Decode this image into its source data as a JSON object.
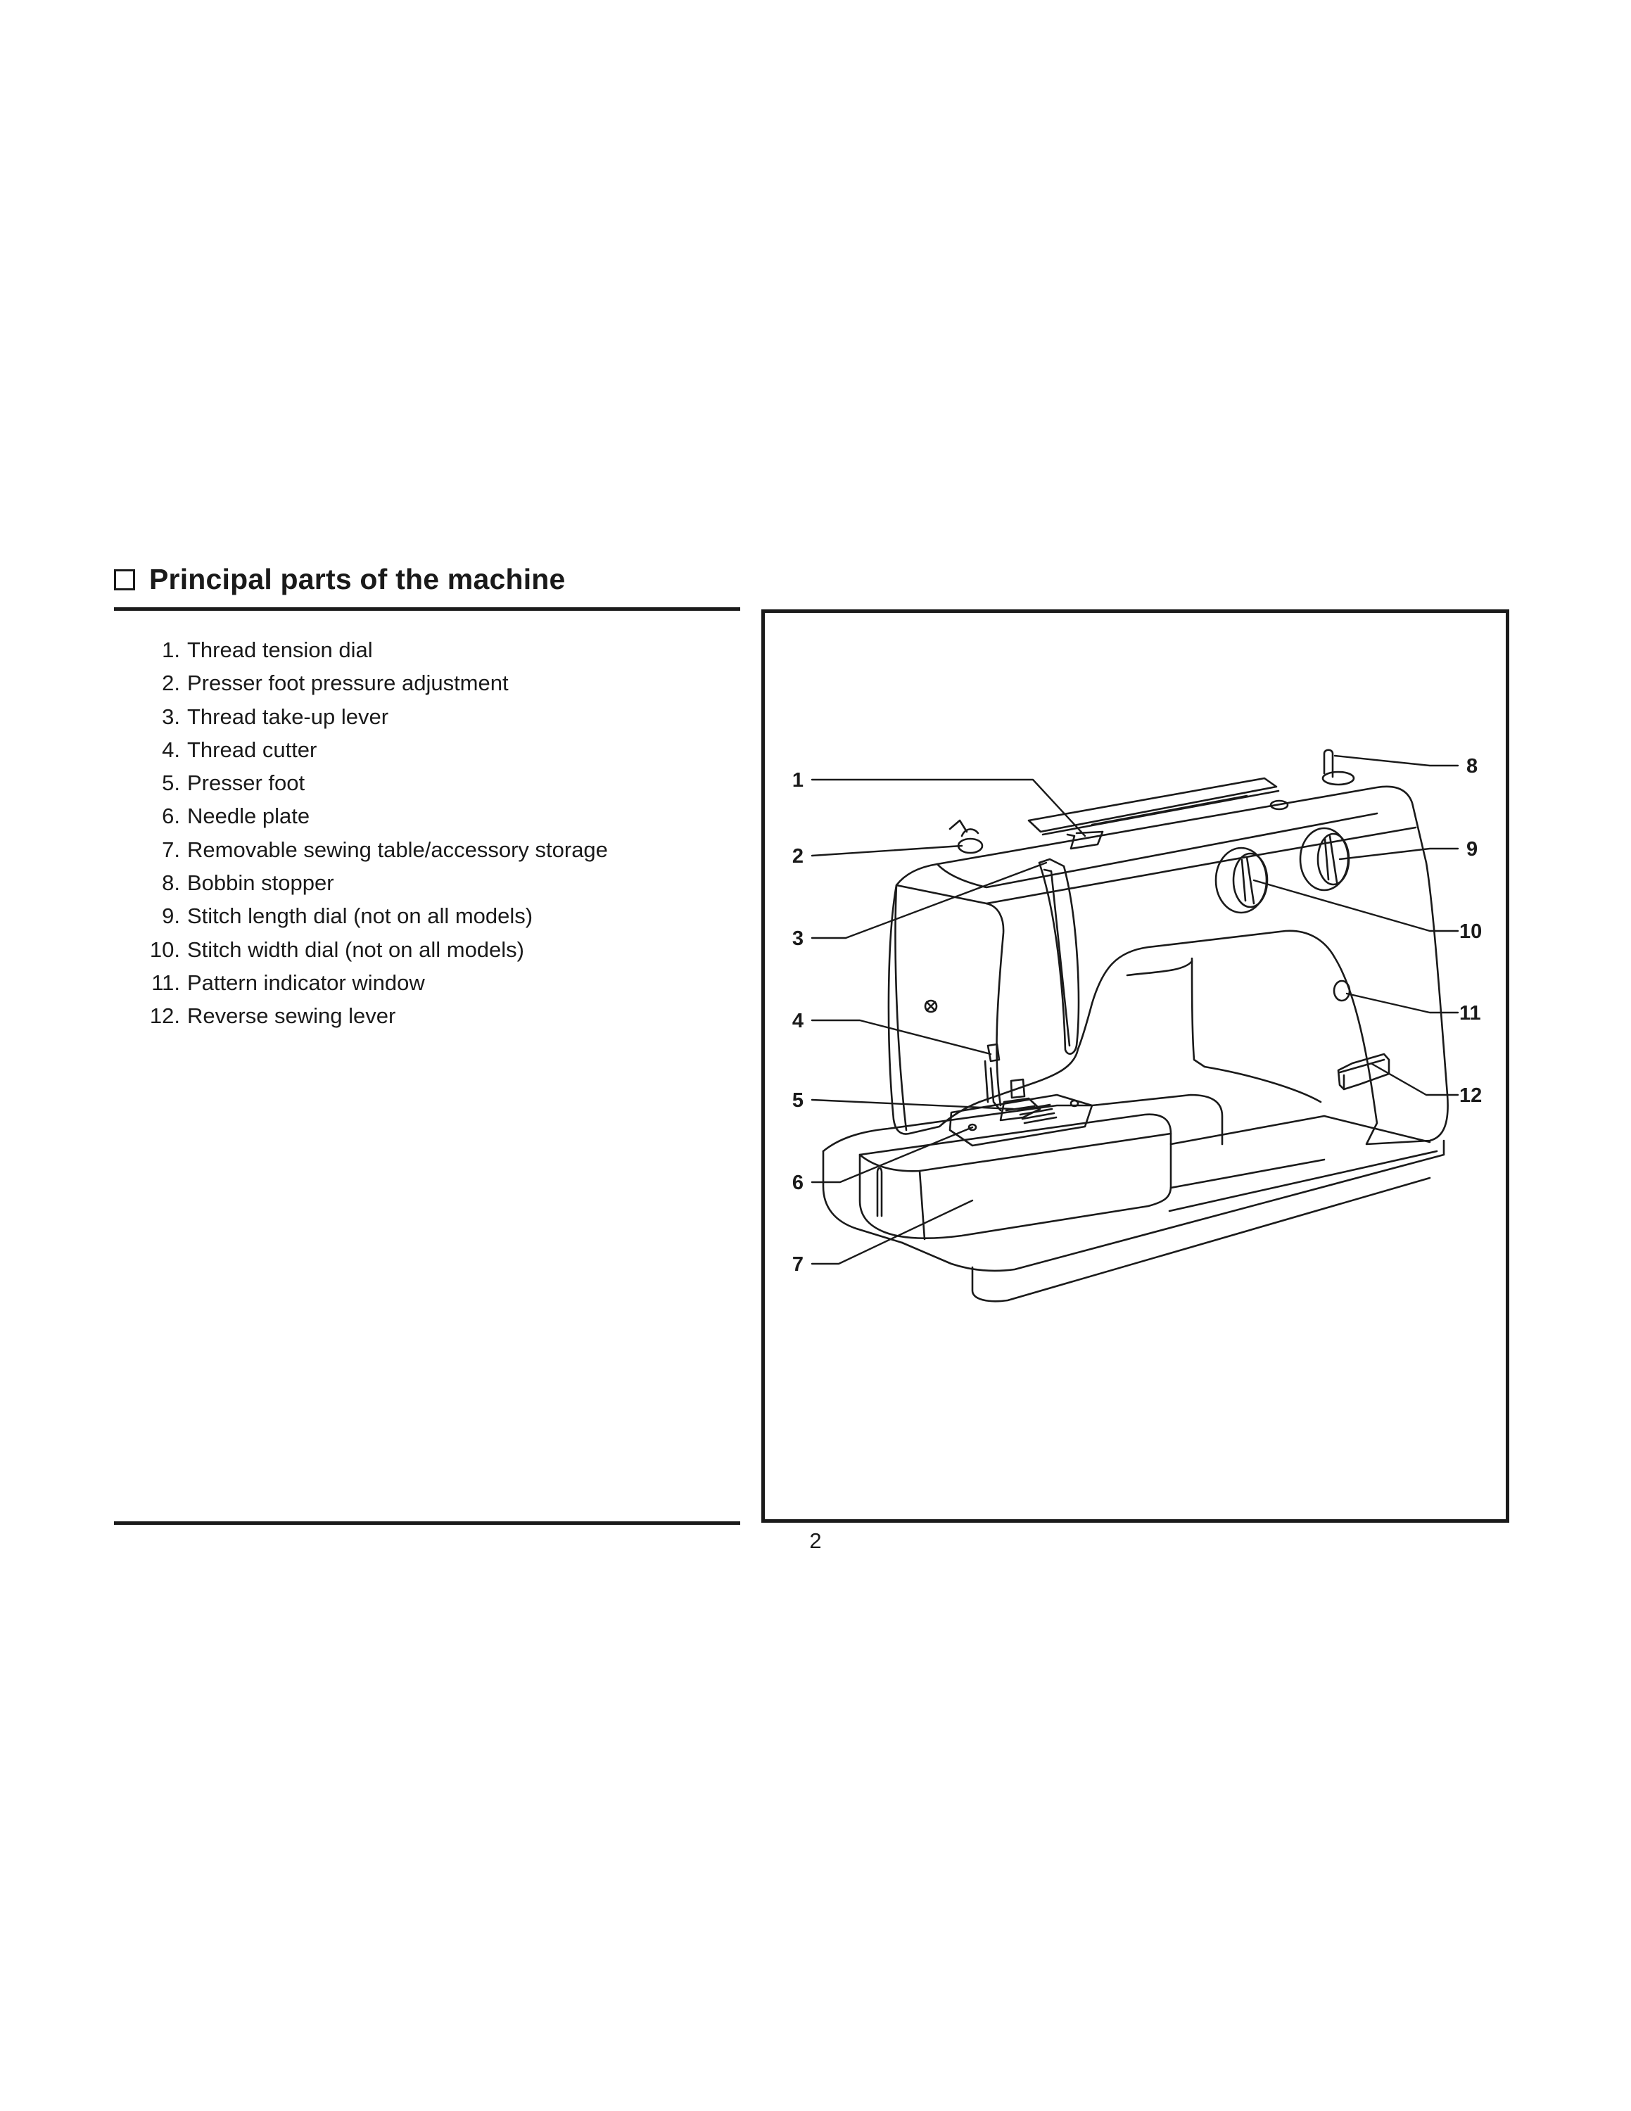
{
  "section": {
    "title": "Principal parts of the machine"
  },
  "parts": [
    {
      "num": "1.",
      "label": "Thread tension dial"
    },
    {
      "num": "2.",
      "label": "Presser foot pressure adjustment"
    },
    {
      "num": "3.",
      "label": "Thread take-up lever"
    },
    {
      "num": "4.",
      "label": "Thread cutter"
    },
    {
      "num": "5.",
      "label": "Presser foot"
    },
    {
      "num": "6.",
      "label": "Needle plate"
    },
    {
      "num": "7.",
      "label": "Removable sewing table/accessory storage"
    },
    {
      "num": "8.",
      "label": "Bobbin stopper"
    },
    {
      "num": "9.",
      "label": "Stitch length dial (not on all models)"
    },
    {
      "num": "10.",
      "label": "Stitch width dial (not on all models)"
    },
    {
      "num": "11.",
      "label": "Pattern indicator window"
    },
    {
      "num": "12.",
      "label": "Reverse sewing lever"
    }
  ],
  "diagram": {
    "callouts": [
      "1",
      "2",
      "3",
      "4",
      "5",
      "6",
      "7",
      "8",
      "9",
      "10",
      "11",
      "12"
    ]
  },
  "page_number": "2"
}
